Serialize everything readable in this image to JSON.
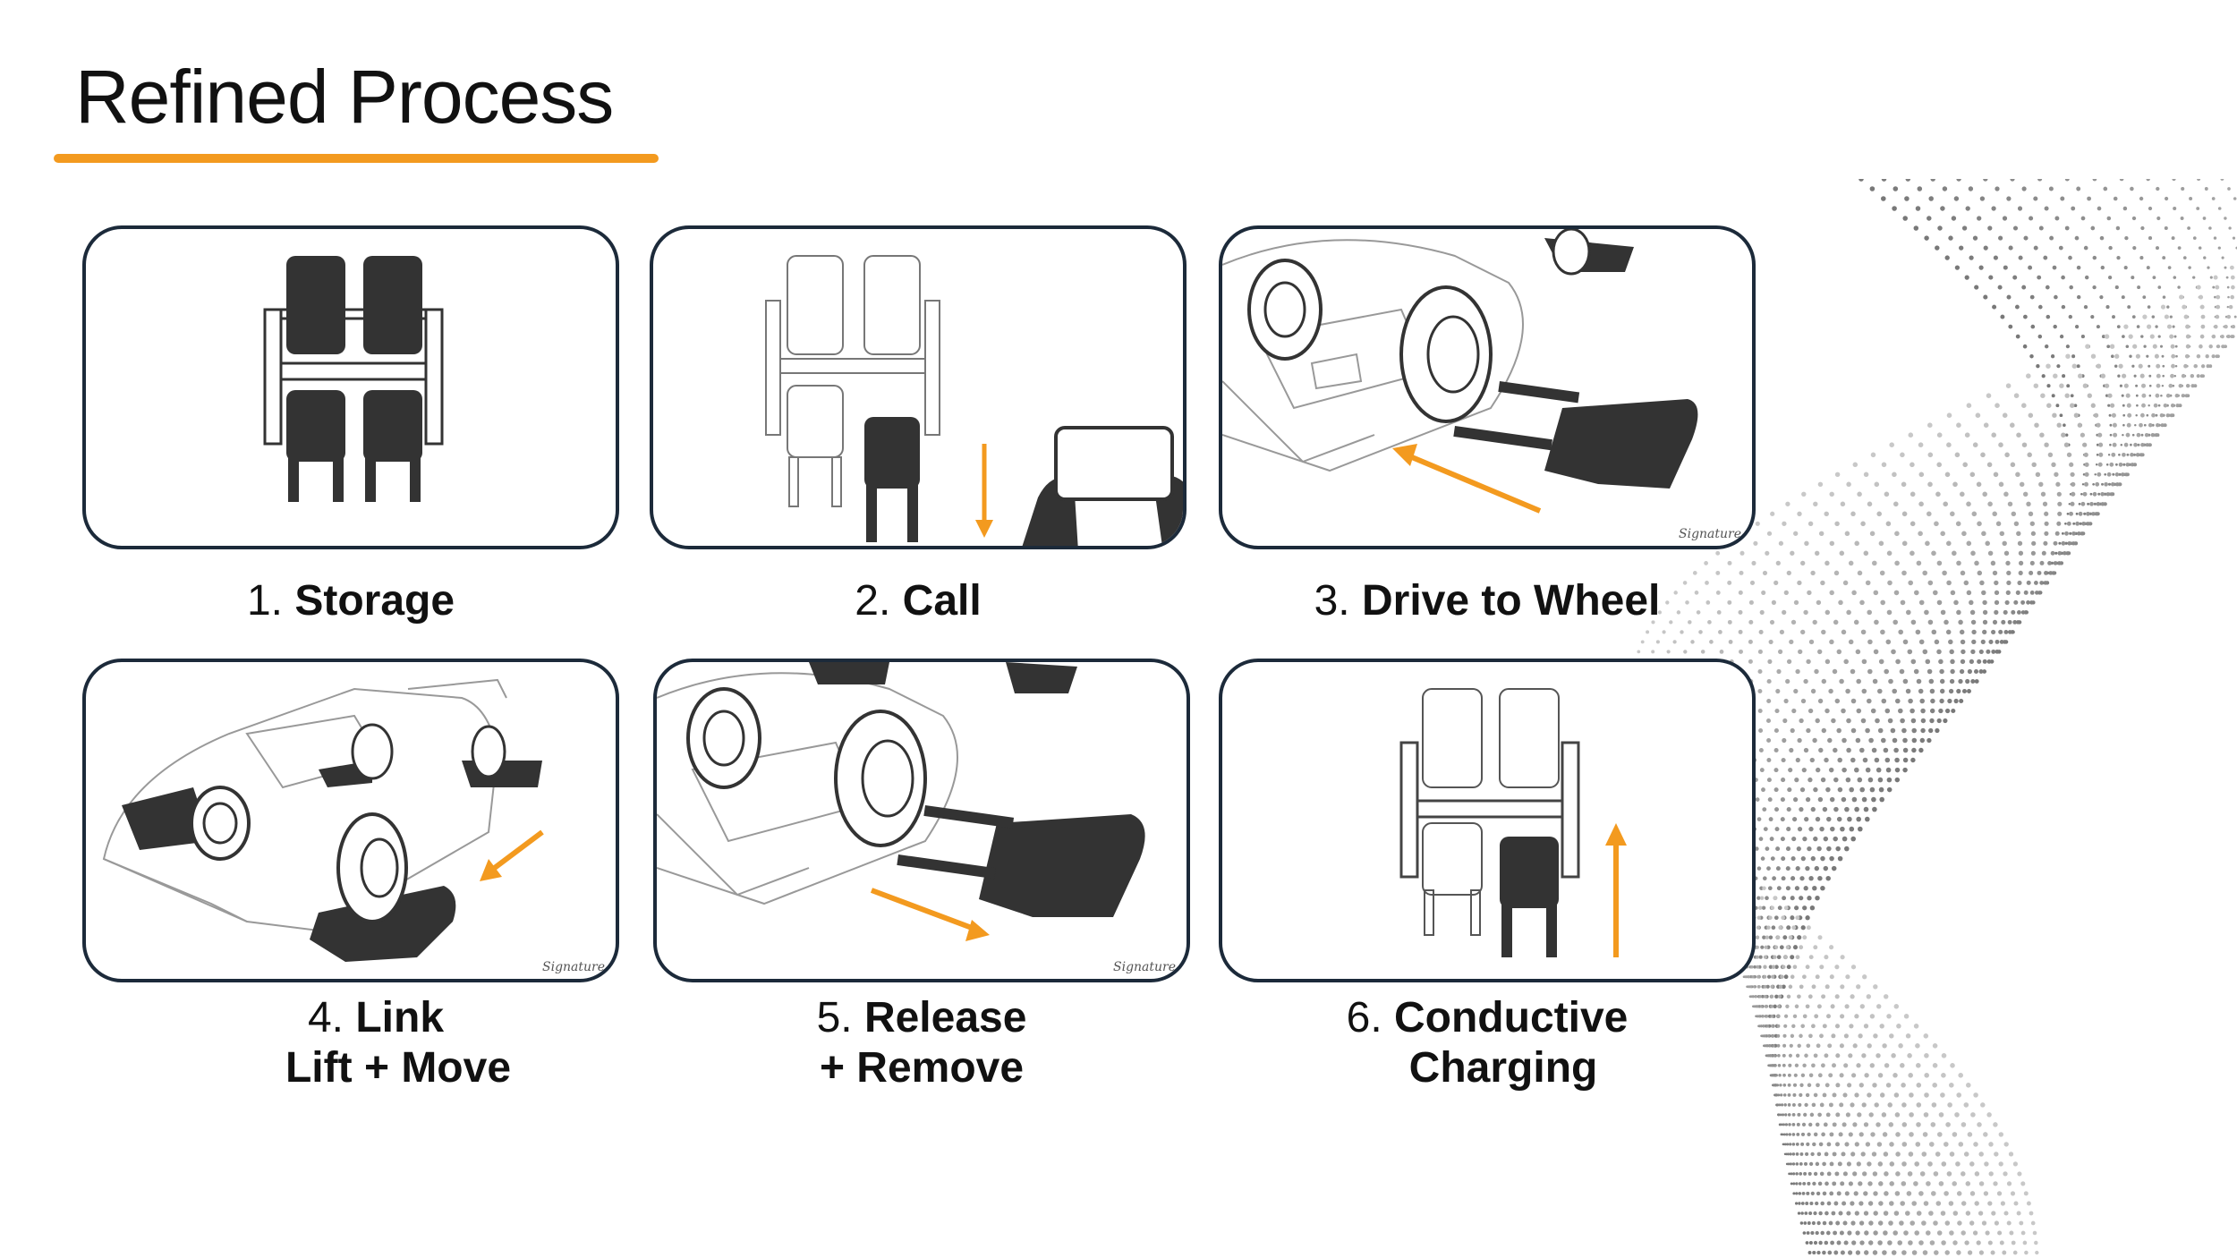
{
  "title": "Refined Process",
  "colors": {
    "accent": "#f39a1f",
    "border": "#1c2a3a",
    "robot": "#333333"
  },
  "steps": [
    {
      "num": "1.",
      "label": "Storage",
      "label2": "",
      "illustration": "storage-rack-full"
    },
    {
      "num": "2.",
      "label": "Call",
      "label2": "",
      "illustration": "phone-call-robot"
    },
    {
      "num": "3.",
      "label": "Drive to Wheel",
      "label2": "",
      "illustration": "car-robot-approach"
    },
    {
      "num": "4.",
      "label": "Link",
      "label2": "Lift + Move",
      "illustration": "car-robot-lift"
    },
    {
      "num": "5.",
      "label": "Release",
      "label2": "+ Remove",
      "illustration": "car-robot-release"
    },
    {
      "num": "6.",
      "label": "Conductive",
      "label2": "Charging",
      "illustration": "storage-rack-charging"
    }
  ]
}
